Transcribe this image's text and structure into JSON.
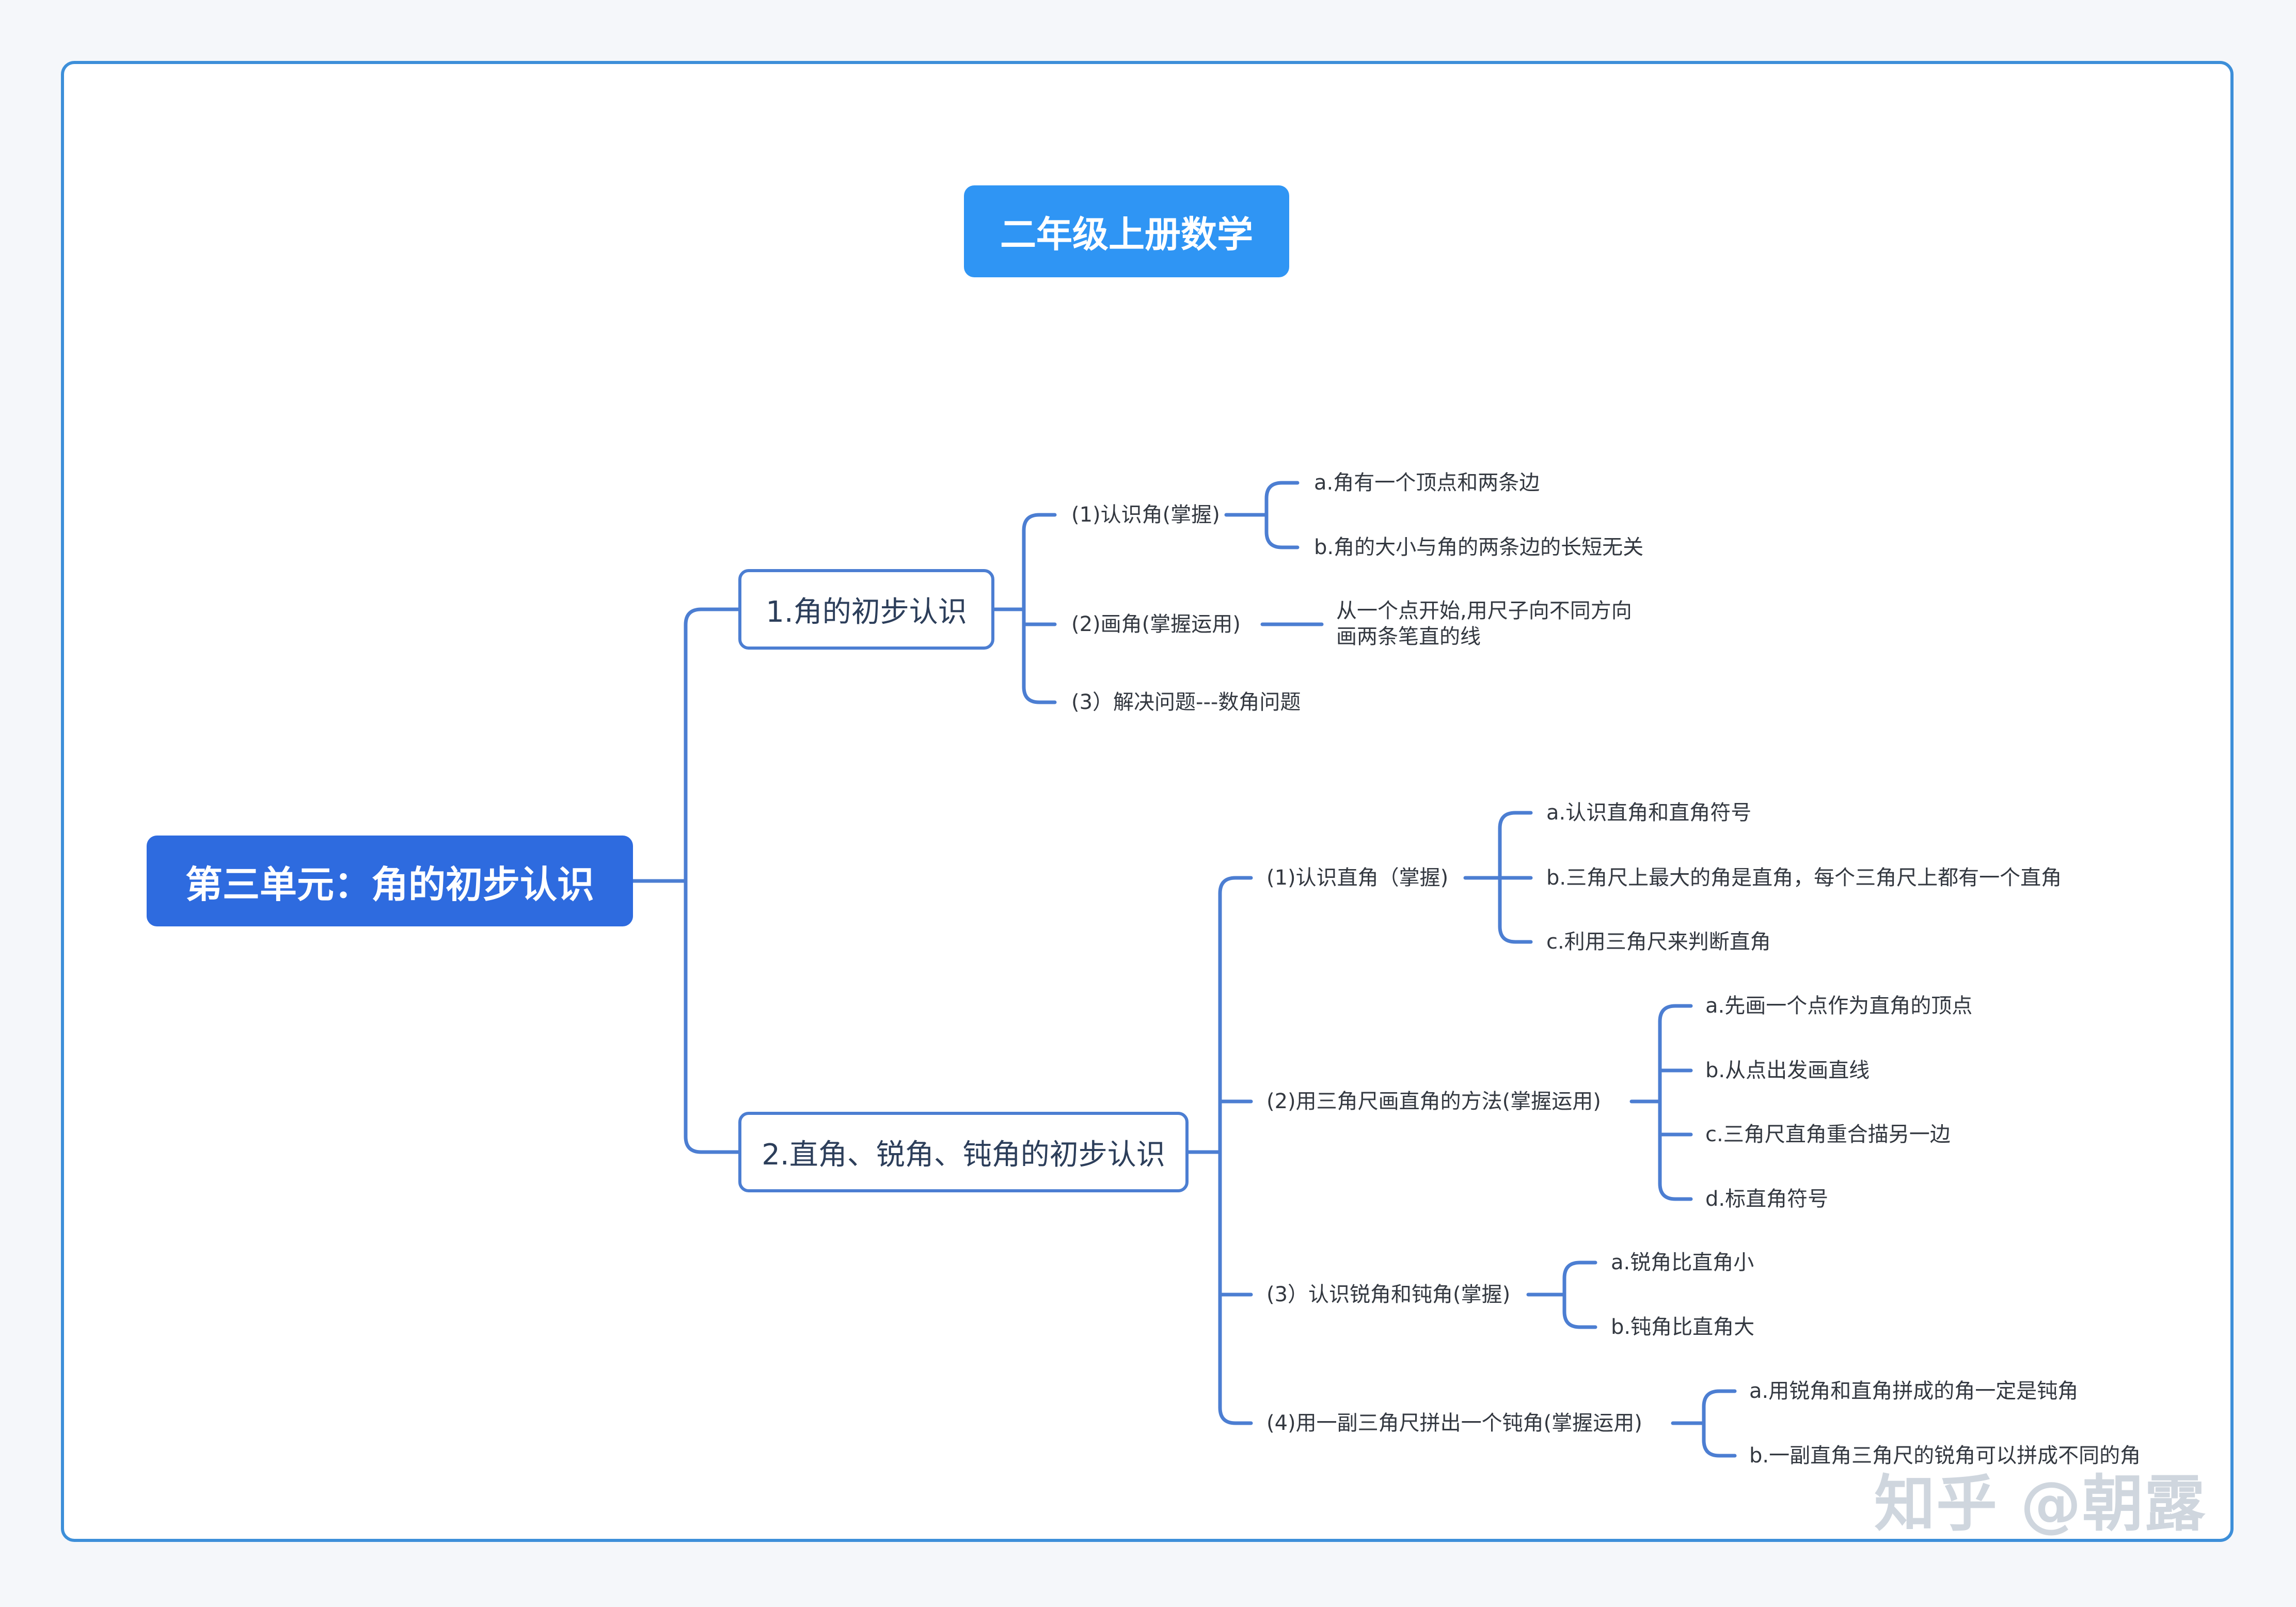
{
  "title": "二年级上册数学",
  "root": "第三单元：角的初步认识",
  "branches": [
    {
      "label": "1.角的初步认识",
      "children": [
        {
          "label": "(1)认识角(掌握)",
          "children": [
            "a.角有一个顶点和两条边",
            "b.角的大小与角的两条边的长短无关"
          ]
        },
        {
          "label": "(2)画角(掌握运用)",
          "children_lines": [
            "从一个点开始,用尺子向不同方向",
            "画两条笔直的线"
          ]
        },
        {
          "label": "(3）解决问题---数角问题"
        }
      ]
    },
    {
      "label": "2.直角、锐角、钝角的初步认识",
      "children": [
        {
          "label": "(1)认识直角（掌握)",
          "children": [
            "a.认识直角和直角符号",
            "b.三角尺上最大的角是直角，每个三角尺上都有一个直角",
            "c.利用三角尺来判断直角"
          ]
        },
        {
          "label": "(2)用三角尺画直角的方法(掌握运用)",
          "children": [
            "a.先画一个点作为直角的顶点",
            "b.从点出发画直线",
            "c.三角尺直角重合描另一边",
            "d.标直角符号"
          ]
        },
        {
          "label": "(3）认识锐角和钝角(掌握)",
          "children": [
            "a.锐角比直角小",
            "b.钝角比直角大"
          ]
        },
        {
          "label": "(4)用一副三角尺拼出一个钝角(掌握运用)",
          "children": [
            "a.用锐角和直角拼成的角一定是钝角",
            "b.一副直角三角尺的锐角可以拼成不同的角"
          ]
        }
      ]
    }
  ],
  "watermark": "知乎 @朝露",
  "colors": {
    "frame": "#3d8fd9",
    "title_bg": "#2f95f4",
    "root_bg": "#2e6bdf",
    "connector": "#4c7ed2"
  }
}
